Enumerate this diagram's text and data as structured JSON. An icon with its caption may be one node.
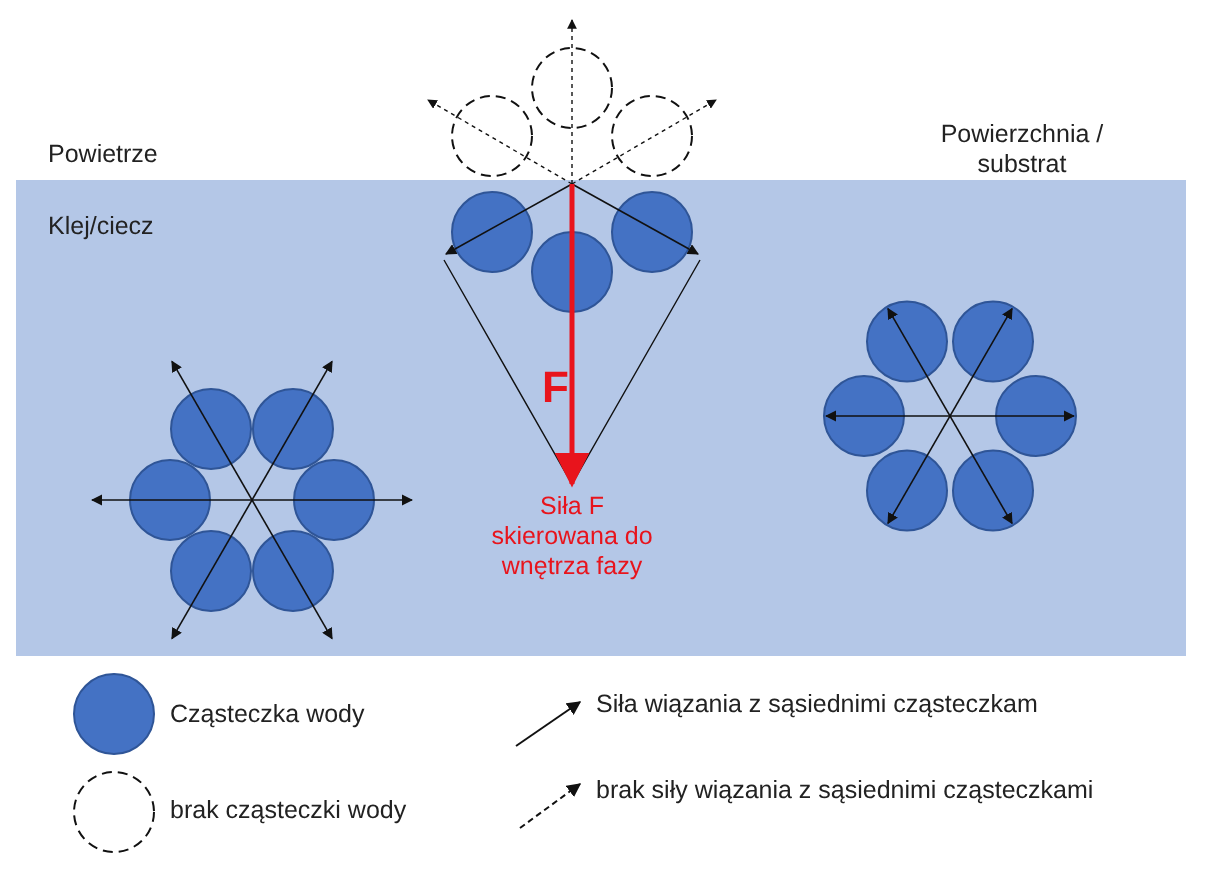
{
  "diagram": {
    "labels": [
      "Powietrze",
      "Powierzchnia / substrat",
      "Klej/ciecz",
      "F",
      "Siła F skierowana do wnętrza fazy"
    ],
    "legend": [
      {
        "text": "Cząsteczka wody",
        "color": "#4472c4"
      },
      {
        "text": "brak cząsteczki wody"
      },
      {
        "text": "Siła wiązania z sąsiednimi cząsteczkam"
      },
      {
        "text": "brak siły wiązania z sąsiednimi cząsteczkami"
      }
    ]
  }
}
